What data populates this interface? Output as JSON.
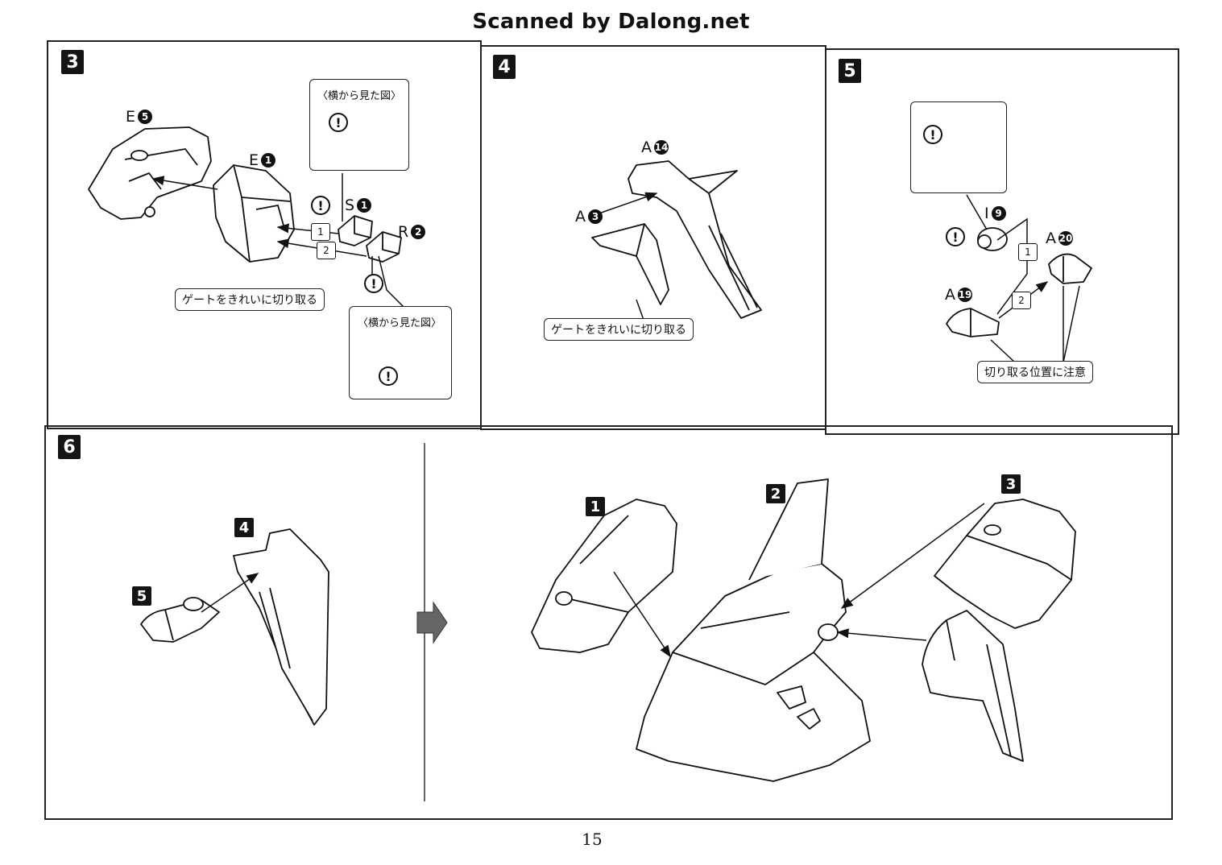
{
  "header": {
    "title": "Scanned by Dalong.net"
  },
  "page_number": "15",
  "steps": {
    "s3": {
      "badge": "3",
      "label_e5": "E",
      "label_e1": "E",
      "label_s1": "S",
      "label_r2": "R",
      "num5": "5",
      "num1a": "1",
      "num1b": "1",
      "num2": "2",
      "side_view_1": "〈横から見た図〉",
      "side_view_2": "〈横から見た図〉",
      "gate_note": "ゲートをきれいに切り取る",
      "order1": "1",
      "order2": "2"
    },
    "s4": {
      "badge": "4",
      "label_a14": "A",
      "num14": "14",
      "label_a3": "A",
      "num3": "3",
      "gate_note": "ゲートをきれいに切り取る"
    },
    "s5": {
      "badge": "5",
      "label_i9": "I",
      "num9": "9",
      "label_a20": "A",
      "num20": "20",
      "label_a19": "A",
      "num19": "19",
      "cut_note": "切り取る位置に注意",
      "order1": "1",
      "order2": "2"
    },
    "s6": {
      "badge": "6",
      "sub4": "4",
      "sub5": "5",
      "sub1": "1",
      "sub2": "2",
      "sub3": "3"
    }
  },
  "icons": {
    "warning": "!"
  }
}
